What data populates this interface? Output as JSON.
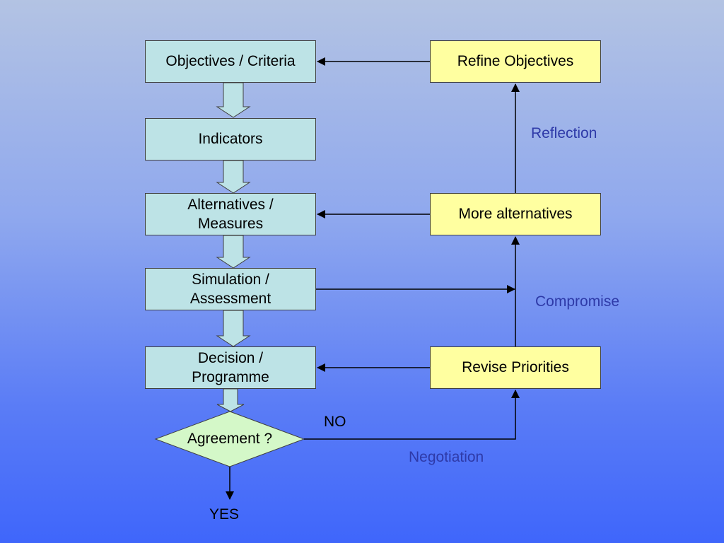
{
  "flow": {
    "objectives": "Objectives / Criteria",
    "indicators": "Indicators",
    "alternatives": "Alternatives /\nMeasures",
    "simulation": "Simulation /\nAssessment",
    "decision": "Decision /\nProgramme",
    "agreement": "Agreement ?"
  },
  "feedback": {
    "refine": "Refine Objectives",
    "more": "More alternatives",
    "revise": "Revise Priorities"
  },
  "labels": {
    "reflection": "Reflection",
    "compromise": "Compromise",
    "negotiation": "Negotiation",
    "no": "NO",
    "yes": "YES"
  },
  "colors": {
    "flow_box": "#bde3e6",
    "feedback_box": "#ffffa0",
    "decision_diamond": "#d4f8c8",
    "loop_label": "#2e3aa8"
  }
}
